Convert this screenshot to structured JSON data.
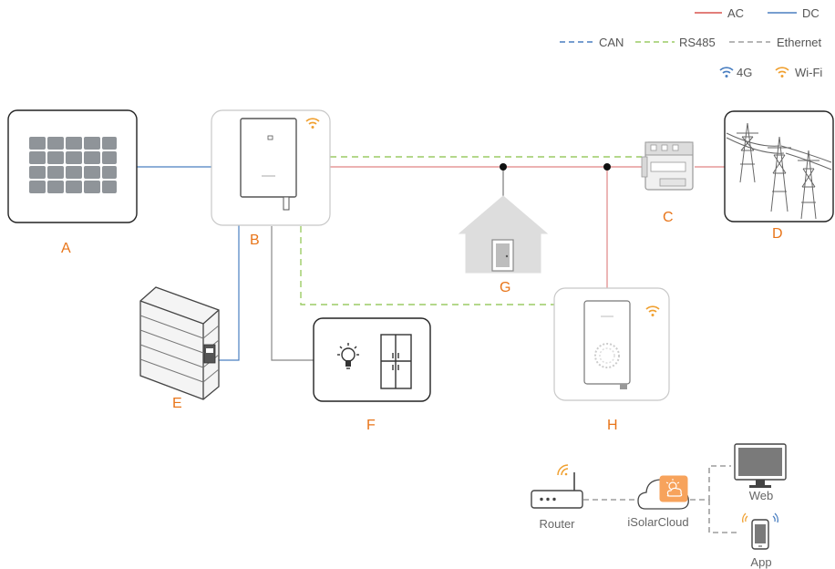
{
  "legend": {
    "ac": "AC",
    "dc": "DC",
    "can": "CAN",
    "rs485": "RS485",
    "ethernet": "Ethernet",
    "g4": "4G",
    "wifi": "Wi-Fi"
  },
  "labels": {
    "a": "A",
    "b": "B",
    "c": "C",
    "d": "D",
    "e": "E",
    "f": "F",
    "g": "G",
    "h": "H"
  },
  "network": {
    "router": "Router",
    "cloud": "iSolarCloud",
    "web": "Web",
    "app": "App"
  },
  "colors": {
    "ac": "#d9534f",
    "dc": "#4a7fc1",
    "can": "#4a7fc1",
    "rs485": "#9ccc65",
    "ethernet": "#9e9e9e",
    "wifi": "#f0a030",
    "label": "#e8751a"
  }
}
